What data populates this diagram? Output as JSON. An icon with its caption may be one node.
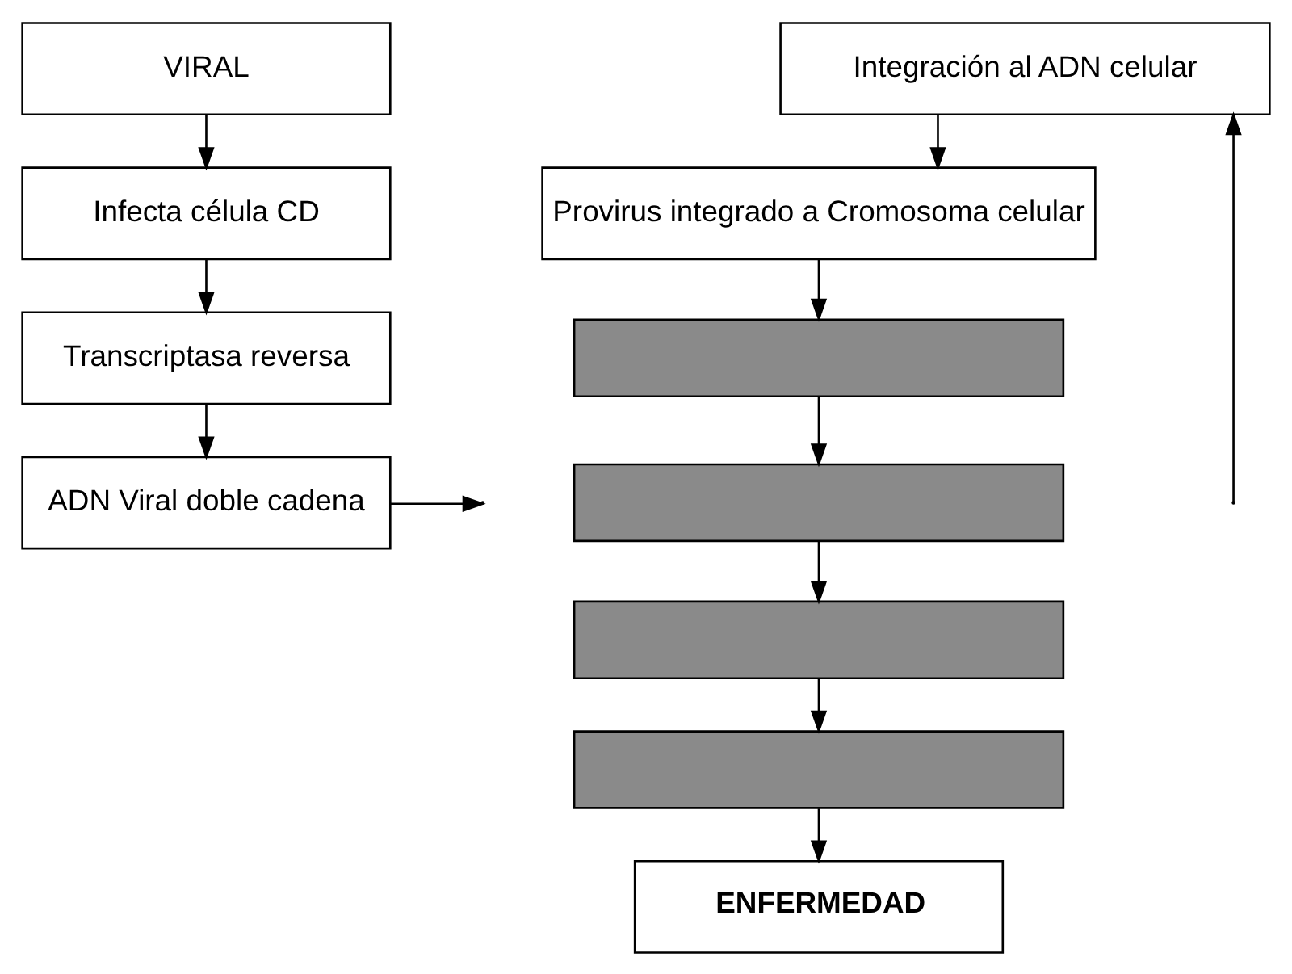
{
  "diagram": {
    "nodes": [
      {
        "text": [
          "VIRAL"
        ]
      },
      {
        "text": [
          "Infecta célula CD"
        ]
      },
      {
        "text": [
          "Transcriptasa reversa"
        ]
      },
      {
        "text": [
          "ADN Viral doble cadena"
        ]
      },
      {
        "text": [
          "Integración al ADN celular"
        ]
      },
      {
        "text": [
          "Provirus integrado a Cromosoma celular"
        ]
      },
      {
        "text": [],
        "shape": "box"
      },
      {
        "text": [],
        "shape": "box"
      },
      {
        "text": [],
        "shape": "box"
      },
      {
        "text": [],
        "shape": "box"
      },
      {
        "text": [
          "ENFERMEDAD"
        ]
      }
    ],
    "edges": [
      {
        "from": 0,
        "to": 1,
        "arrow": "to"
      },
      {
        "from": 1,
        "to": 2,
        "arrow": "to"
      },
      {
        "from": 2,
        "to": 3,
        "arrow": "to"
      },
      {
        "from": 3,
        "to": null,
        "arrow": "to"
      },
      {
        "from": null,
        "to": 4,
        "arrow": "to"
      },
      {
        "from": 4,
        "to": 5,
        "arrow": "to"
      },
      {
        "from": 5,
        "to": 6,
        "arrow": "to"
      },
      {
        "from": 6,
        "to": 7,
        "arrow": "to"
      },
      {
        "from": 7,
        "to": 8,
        "arrow": "to"
      },
      {
        "from": 8,
        "to": 9,
        "arrow": "to"
      },
      {
        "from": 9,
        "to": 10,
        "arrow": "to"
      }
    ]
  }
}
